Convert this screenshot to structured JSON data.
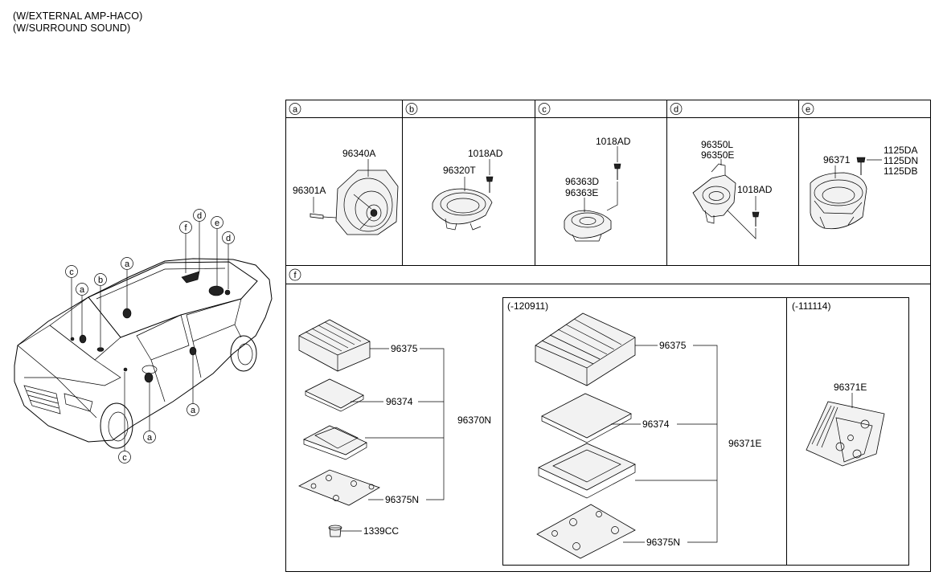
{
  "header": {
    "line1": "(W/EXTERNAL AMP-HACO)",
    "line2": "(W/SURROUND SOUND)"
  },
  "sections": {
    "a": {
      "letter": "a",
      "parts": [
        "96340A",
        "96301A"
      ]
    },
    "b": {
      "letter": "b",
      "parts": [
        "1018AD",
        "96320T"
      ]
    },
    "c": {
      "letter": "c",
      "parts": [
        "1018AD",
        "96363D",
        "96363E"
      ]
    },
    "d": {
      "letter": "d",
      "parts": [
        "96350L",
        "96350E",
        "1018AD"
      ]
    },
    "e": {
      "letter": "e",
      "parts": [
        "96371",
        "1125DA",
        "1125DN",
        "1125DB"
      ]
    },
    "f": {
      "letter": "f",
      "left": {
        "parts": [
          "96375",
          "96374",
          "96370N",
          "96375N",
          "1339CC"
        ]
      },
      "mid": {
        "title": "(-120911)",
        "parts": [
          "96375",
          "96374",
          "96371E",
          "96375N"
        ]
      },
      "right": {
        "title": "(-111114)",
        "parts": [
          "96371E"
        ]
      }
    }
  },
  "car_callouts": [
    "c",
    "a",
    "b",
    "a",
    "f",
    "d",
    "e",
    "d",
    "c",
    "a",
    "a"
  ]
}
